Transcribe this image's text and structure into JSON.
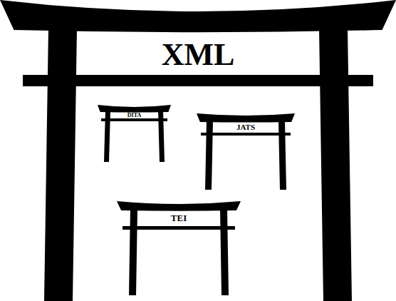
{
  "diagram": {
    "nodes": [
      {
        "text": [
          "XML"
        ]
      },
      {
        "text": [
          "DITA"
        ],
        "in": 0
      },
      {
        "text": [
          "JATS"
        ],
        "in": 0
      },
      {
        "text": [
          "TEI"
        ],
        "in": 0
      }
    ]
  }
}
